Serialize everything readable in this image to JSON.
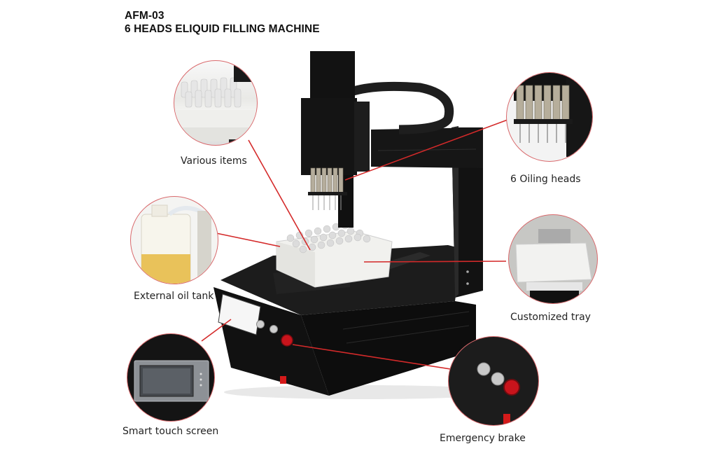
{
  "header": {
    "model": "AFM-03",
    "title": "6 HEADS ELIQUID FILLING MACHINE"
  },
  "callouts": [
    {
      "id": "various-items",
      "label": "Various items",
      "side": "left"
    },
    {
      "id": "external-oil-tank",
      "label": "External oil tank",
      "side": "left"
    },
    {
      "id": "smart-touch-screen",
      "label": "Smart touch screen",
      "side": "left"
    },
    {
      "id": "oiling-heads",
      "label": "6 Oiling heads",
      "side": "right"
    },
    {
      "id": "customized-tray",
      "label": "Customized tray",
      "side": "right"
    },
    {
      "id": "emergency-brake",
      "label": "Emergency brake",
      "side": "right"
    }
  ],
  "colors": {
    "leader_line": "#d42a2a",
    "circle_border": "#d9696c",
    "machine_body": "#151515",
    "tray": "#eeeeea",
    "brake_button": "#c8141c"
  }
}
